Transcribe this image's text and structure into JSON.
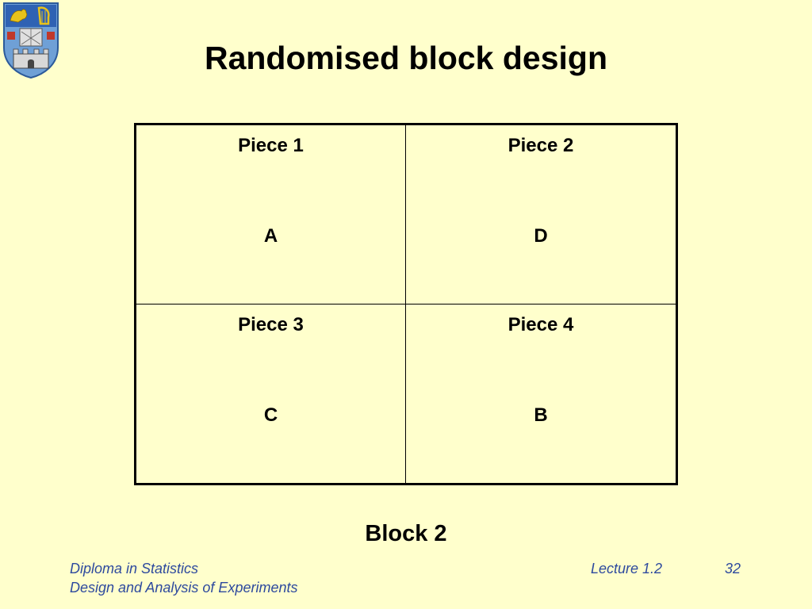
{
  "slide": {
    "title": "Randomised block design",
    "block_label": "Block 2"
  },
  "table": {
    "cells": [
      {
        "piece": "Piece 1",
        "treatment": "A"
      },
      {
        "piece": "Piece 2",
        "treatment": "D"
      },
      {
        "piece": "Piece 3",
        "treatment": "C"
      },
      {
        "piece": "Piece 4",
        "treatment": "B"
      }
    ]
  },
  "footer": {
    "course": "Diploma in Statistics",
    "module": "Design and Analysis of Experiments",
    "lecture": "Lecture 1.2",
    "page": "32"
  },
  "colors": {
    "background": "#FFFFCC",
    "footer_text": "#2E4A9E",
    "crest_blue": "#6FA0D6",
    "crest_gold": "#E8C21A"
  },
  "icons": {
    "crest": "university-crest-icon"
  }
}
